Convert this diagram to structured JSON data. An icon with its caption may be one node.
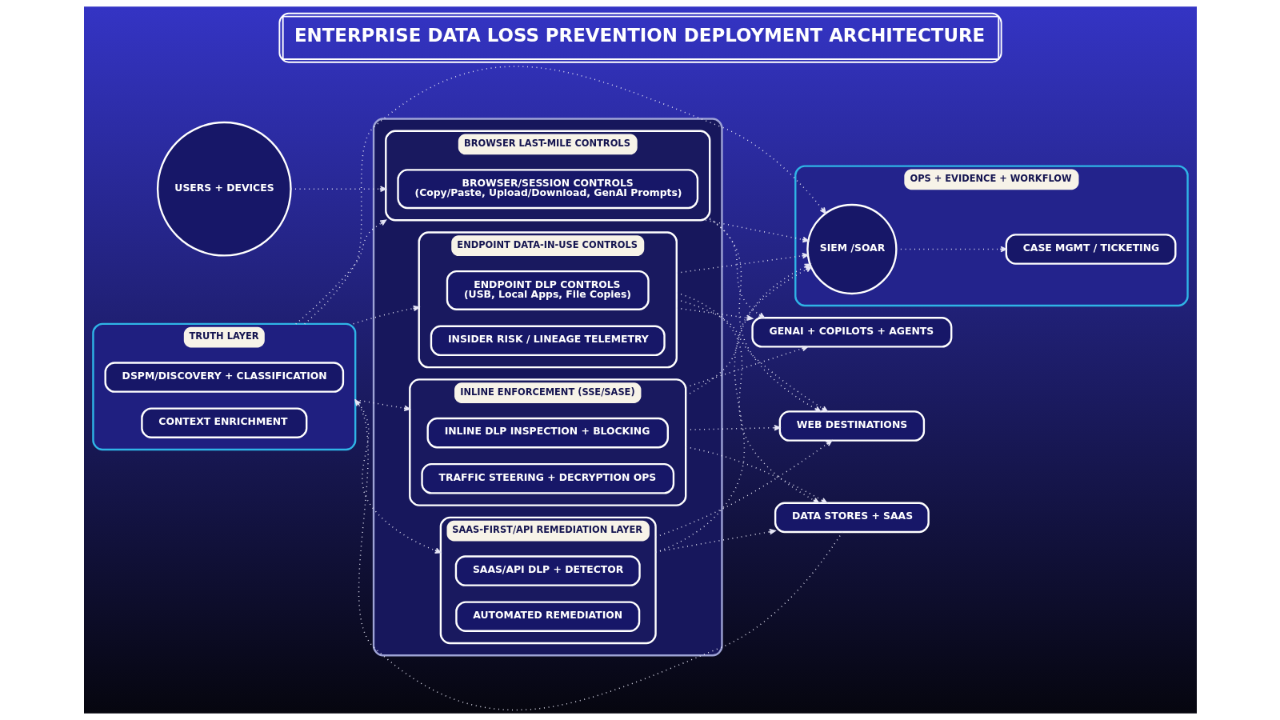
{
  "diagram": {
    "title": "ENTERPRISE DATA LOSS PREVENTION DEPLOYMENT ARCHITECTURE",
    "nodes": [
      {
        "text": [
          "TRUTH LAYER"
        ]
      },
      {
        "text": [
          "DSPM/DISCOVERY + CLASSIFICATION"
        ],
        "in": 0
      },
      {
        "text": [
          "CONTEXT ENRICHMENT"
        ],
        "in": 0
      },
      {
        "text": [
          "USERS + DEVICES"
        ]
      },
      {
        "text": [],
        "shape": "box"
      },
      {
        "text": [
          "ENDPOINT DATA-IN-USE CONTROLS"
        ],
        "in": 4
      },
      {
        "text": [
          "ENDPOINT DLP CONTROLS",
          "(USB, Local Apps, File Copies)"
        ],
        "in": 5
      },
      {
        "text": [
          "INSIDER RISK / LINEAGE TELEMETRY"
        ],
        "in": 5
      },
      {
        "text": [
          "BROWSER LAST-MILE CONTROLS"
        ],
        "in": 4
      },
      {
        "text": [
          "BROWSER/SESSION CONTROLS",
          "(Copy/Paste, Upload/Download, GenAI Prompts)"
        ],
        "in": 8
      },
      {
        "text": [
          "INLINE ENFORCEMENT (SSE/SASE)"
        ],
        "in": 4
      },
      {
        "text": [
          "INLINE DLP INSPECTION + BLOCKING"
        ],
        "in": 10
      },
      {
        "text": [
          "TRAFFIC STEERING + DECRYPTION OPS"
        ],
        "in": 10
      },
      {
        "text": [
          "SAAS-FIRST/API REMEDIATION LAYER"
        ],
        "in": 4
      },
      {
        "text": [
          "SAAS/API DLP + DETECTOR"
        ],
        "in": 13
      },
      {
        "text": [
          "AUTOMATED REMEDIATION"
        ],
        "in": 13
      },
      {
        "text": [
          "OPS + EVIDENCE + WORKFLOW"
        ]
      },
      {
        "text": [
          "CASE MGMT / TICKETING"
        ],
        "in": 16
      },
      {
        "text": [
          "SIEM /SOAR"
        ],
        "in": 16
      },
      {
        "text": [
          "DATA STORES + SAAS"
        ]
      },
      {
        "text": [
          "GENAI + COPILOTS + AGENTS"
        ]
      },
      {
        "text": [
          "WEB DESTINATIONS"
        ]
      }
    ],
    "edges": [
      {
        "from": 0,
        "to": 18,
        "arrow": "to"
      },
      {
        "from": 0,
        "to": 5,
        "arrow": "to"
      },
      {
        "from": 0,
        "to": 8,
        "arrow": "to"
      },
      {
        "from": 0,
        "to": 10,
        "arrow": "to"
      },
      {
        "from": 0,
        "to": 13,
        "arrow": "to"
      },
      {
        "from": 3,
        "to": 8,
        "arrow": "to"
      },
      {
        "from": 5,
        "to": 18,
        "arrow": "to"
      },
      {
        "from": 5,
        "to": 19,
        "arrow": "to"
      },
      {
        "from": 5,
        "to": 20,
        "arrow": "to"
      },
      {
        "from": 5,
        "to": 21,
        "arrow": "to"
      },
      {
        "from": 8,
        "to": 18,
        "arrow": "to"
      },
      {
        "from": 8,
        "to": 20,
        "arrow": "to"
      },
      {
        "from": 8,
        "to": 21,
        "arrow": "to"
      },
      {
        "from": 10,
        "to": 18,
        "arrow": "to"
      },
      {
        "from": 10,
        "to": 19,
        "arrow": "to"
      },
      {
        "from": 10,
        "to": 20,
        "arrow": "to"
      },
      {
        "from": 10,
        "to": 21,
        "arrow": "to"
      },
      {
        "from": 13,
        "to": 19,
        "arrow": "to"
      },
      {
        "from": 13,
        "to": 21,
        "arrow": "to"
      },
      {
        "from": 13,
        "to": 18,
        "arrow": "to"
      },
      {
        "from": 18,
        "to": 17,
        "arrow": "to"
      },
      {
        "from": 19,
        "to": 0,
        "arrow": "to"
      }
    ]
  }
}
